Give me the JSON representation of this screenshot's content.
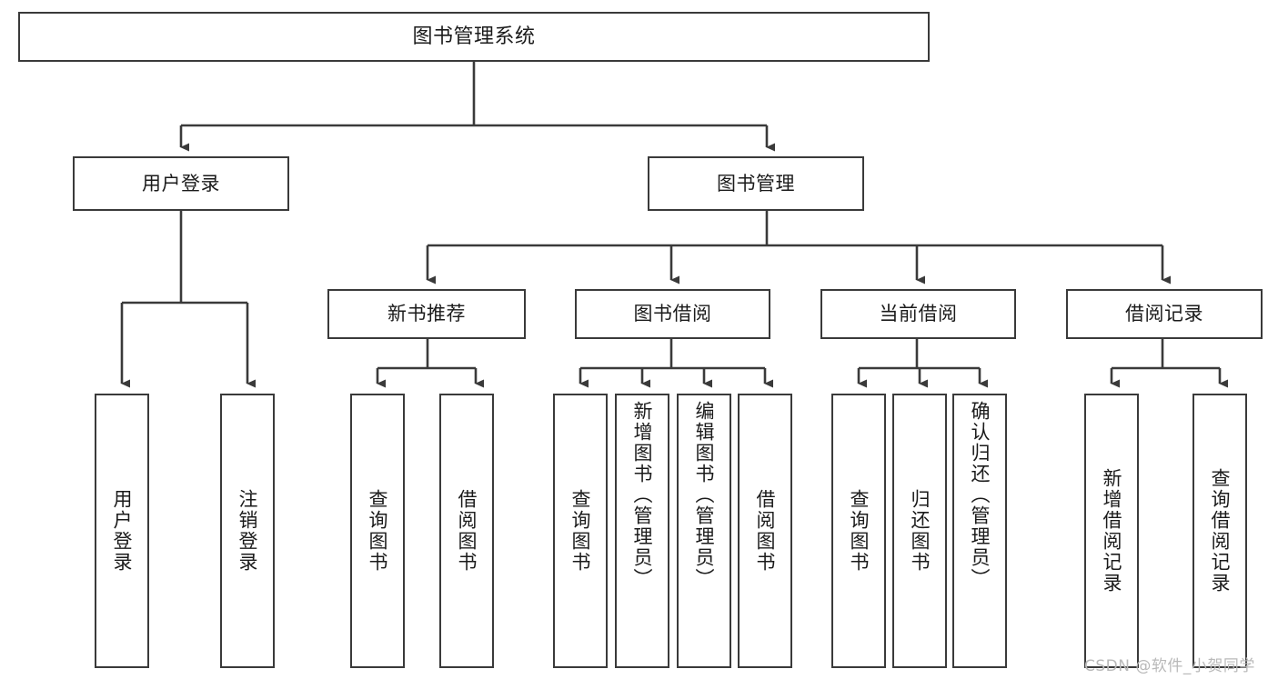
{
  "diagram": {
    "type": "tree",
    "title": "图书管理系统",
    "colors": {
      "stroke": "#3a3a3a",
      "fill": "#ffffff",
      "text": "#1b1b1b",
      "watermark": "#b9b9b9"
    },
    "nodes": {
      "root": "图书管理系统",
      "level1": {
        "user_login": "用户登录",
        "book_manage": "图书管理"
      },
      "level2": {
        "new_book_recommend": "新书推荐",
        "book_borrow": "图书借阅",
        "current_borrow": "当前借阅",
        "borrow_record": "借阅记录"
      },
      "leaves": {
        "user_login_1": "用户登录",
        "user_login_2": "注销登录",
        "new_book_1": "查询图书",
        "new_book_2": "借阅图书",
        "borrow_1": "查询图书",
        "borrow_2": "新增图书（管理员）",
        "borrow_3": "编辑图书（管理员）",
        "borrow_4": "借阅图书",
        "current_1": "查询图书",
        "current_2": "归还图书",
        "current_3": "确认归还（管理员）",
        "record_1": "新增借阅记录",
        "record_2": "查询借阅记录"
      }
    }
  },
  "watermark": {
    "text": "CSDN @软件_小贺同学"
  }
}
